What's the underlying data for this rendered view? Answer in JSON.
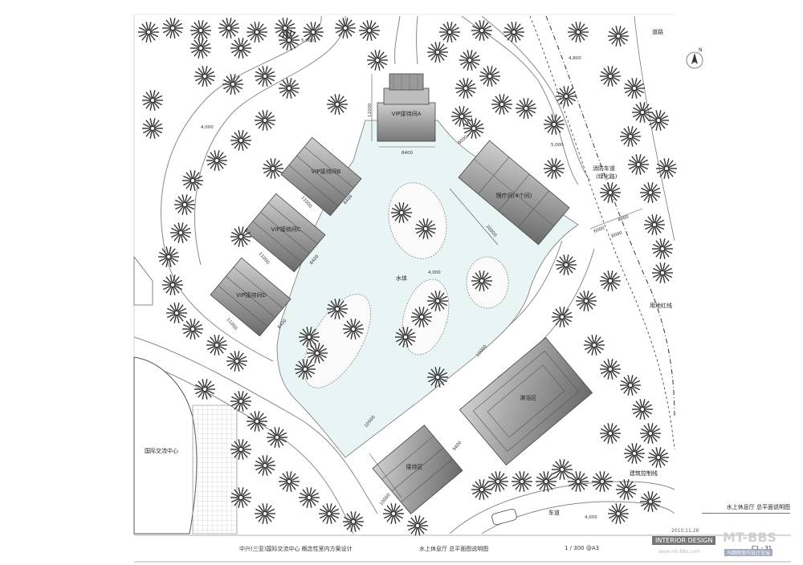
{
  "labels": {
    "vip_a": "VIP接待间A",
    "vip_b": "VIP接待间B",
    "vip_c": "VIP接待间C",
    "vip_d": "VIP接待间D",
    "rooms4": "理疗间(4个间)",
    "water": "水体",
    "bath": "淋浴区",
    "reception": "接待区",
    "intl_center": "国际交流中心",
    "road": "道路",
    "fire_lane_1": "消防车道",
    "fire_lane_2": "(绿化路)",
    "site_boundary": "用地红线",
    "build_line": "建筑控制线",
    "driveway": "车道",
    "north": "N"
  },
  "dimensions": {
    "d5000_top": "5,000",
    "d4800": "4,800",
    "d4000_left": "4,000",
    "d5000_right": "5,000",
    "d11000": "11000",
    "d8400": "8400",
    "d8000_top": "8000",
    "d20000": "20000",
    "d6000": "6000",
    "d4000_lane": "4000",
    "d8000_lane": "8000",
    "d4000_water": "4,000",
    "d10000": "10000",
    "d10500": "10500",
    "d9400": "9400",
    "d10000_b": "10000",
    "d4000_bottom": "4,000",
    "b_11000": "11000",
    "b_8400": "8400",
    "c_11000": "11000",
    "c_8400": "8400",
    "d_11000": "11000",
    "d_8400": "8400",
    "date": "2010.11.26"
  },
  "title_block": {
    "project": "中兴(三亚)国际交流中心 概念性室内方案设计",
    "drawing": "水上休息厅 总平面图说明图",
    "scale": "1 / 300 @A3",
    "sheet_no": "C1 - 31",
    "side_title": "水上休息厅  总平面说明图"
  },
  "watermark": {
    "brand": "INTERIOR DESIGN",
    "mt": "MT-BBS",
    "url": "www.mt-bbs.com",
    "tag": "马蹄网室内设计论坛"
  },
  "colors": {
    "water": "#e9f4f5",
    "roof_dark": "#6f6f6f",
    "roof_light": "#bdbdbd",
    "line": "#555555"
  }
}
